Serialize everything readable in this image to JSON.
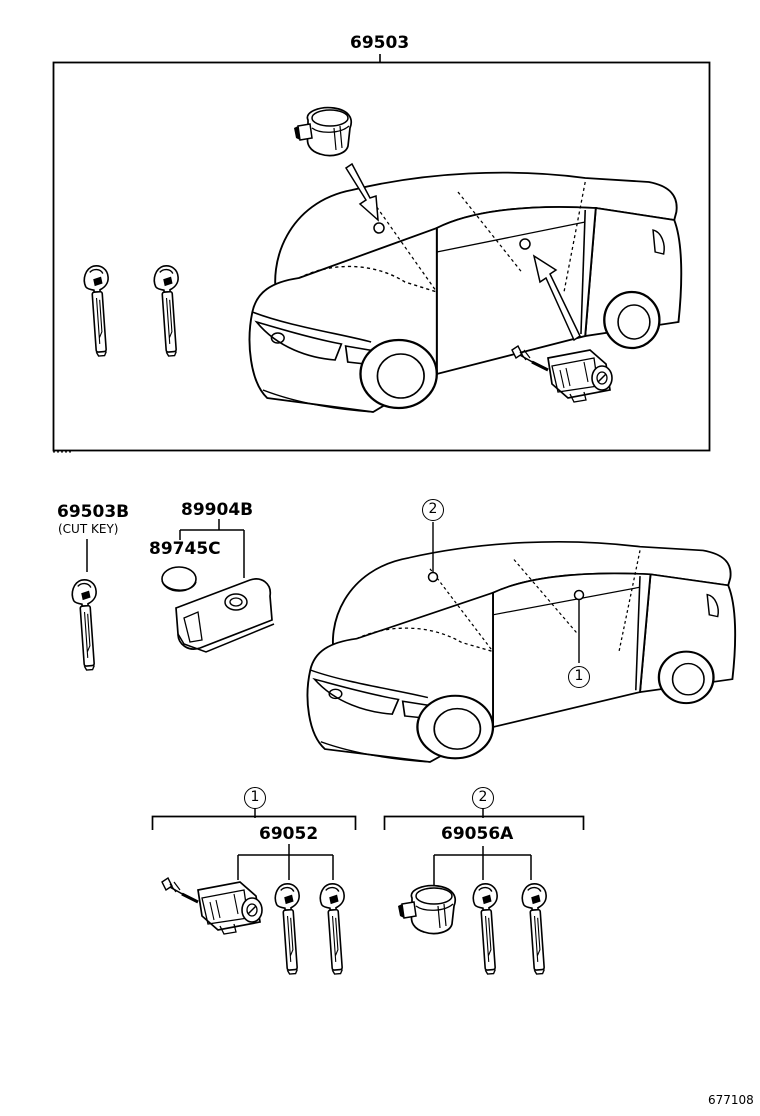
{
  "diagram": {
    "assembly_part_number": "69503",
    "cut_key_part_number": "69503B",
    "cut_key_note": "(CUT KEY)",
    "remote_key_part_number": "89904B",
    "battery_part_number": "89745C",
    "door_set_marker": "1",
    "trunk_set_marker": "2",
    "door_set_part_number": "69052",
    "trunk_set_part_number": "69056A",
    "illustration_id": "677108"
  }
}
